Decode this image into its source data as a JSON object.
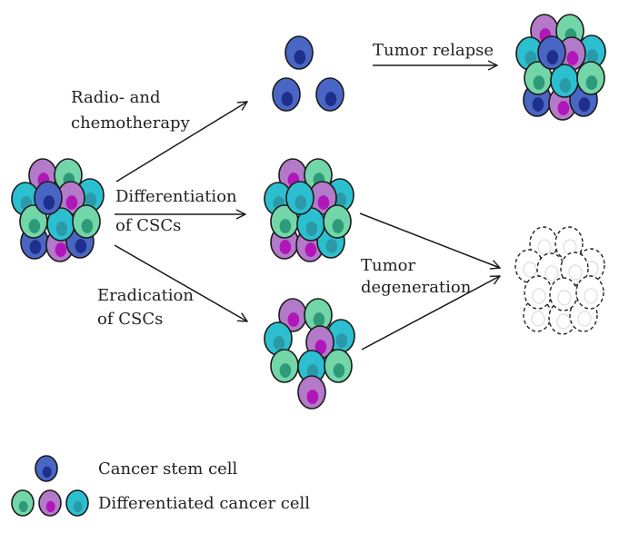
{
  "labels": {
    "radio_chemo_line1": "Radio- and",
    "radio_chemo_line2": "chemotherapy",
    "differentiation_line1": "Differentiation",
    "differentiation_line2": "of CSCs",
    "eradication_line1": "Eradication",
    "eradication_line2": "of CSCs",
    "tumor_relapse": "Tumor relapse",
    "tumor_degeneration_line1": "Tumor",
    "tumor_degeneration_line2": "degeneration"
  },
  "legend": {
    "cancer_stem_cell": "Cancer stem cell",
    "differentiated_cancer_cell": "Differentiated cancer cell"
  },
  "colors": {
    "stem_outer": "#4a66c4",
    "stem_nucleus": "#1f2f8c",
    "purple_outer": "#b27ac8",
    "purple_nucleus": "#b016b8",
    "green_outer": "#72d6a8",
    "green_nucleus": "#2f9a7a",
    "teal_outer": "#2cbfd0",
    "teal_nucleus": "#2a9aa8",
    "outline": "#1a1a1a",
    "ghost_stroke": "#222222",
    "ghost_nucleus": "#dddddd"
  }
}
